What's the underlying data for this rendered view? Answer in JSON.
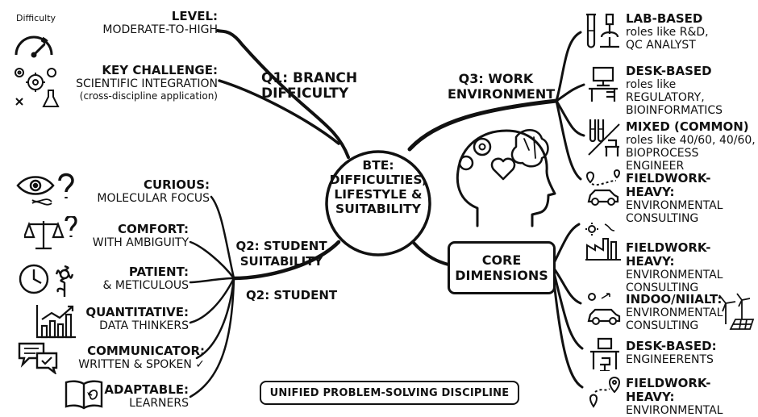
{
  "center": {
    "line1": "BTE:",
    "line2": "DIFFICULTIES,",
    "line3": "LIFESTYLE &",
    "line4": "SUITABILITY"
  },
  "branches": {
    "q1": {
      "line1": "Q1: BRANCH",
      "line2": "DIFFICULTY"
    },
    "q2a": {
      "line1": "Q2: STUDENT",
      "line2": "SUITABILITY"
    },
    "q2b": {
      "line1": "Q2: STUDENT"
    },
    "q3": {
      "line1": "Q3: WORK",
      "line2": "ENVIRONMENT"
    }
  },
  "q1": {
    "difficulty_icon_label": "Difficulty",
    "gauge_level": 0.75,
    "level": {
      "title": "LEVEL:",
      "value": "MODERATE-TO-HIGH"
    },
    "challenge": {
      "title": "KEY CHALLENGE:",
      "value": "SCIENTIFIC INTEGRATION",
      "note": "(cross-discipline application)"
    }
  },
  "q2_traits": [
    {
      "title": "CURIOUS:",
      "value": "MOLECULAR FOCUS",
      "icon": "eye-dna-question-icon"
    },
    {
      "title": "COMFORT:",
      "value": "WITH AMBIGUITY",
      "icon": "scales-question-icon"
    },
    {
      "title": "PATIENT:",
      "value": "& METICULOUS",
      "icon": "clock-flower-icon"
    },
    {
      "title": "QUANTITATIVE:",
      "value": "DATA THINKERS",
      "icon": "bar-chart-icon"
    },
    {
      "title": "COMMUNICATOR:",
      "value": "WRITTEN & SPOKEN ✓",
      "icon": "chat-bubbles-icon"
    },
    {
      "title": "ADAPTABLE:",
      "value": "LEARNERS",
      "icon": "open-book-icon"
    }
  ],
  "q3_envs": [
    {
      "title": "LAB-BASED",
      "line1": "roles like R&D,",
      "line2": "QC ANALYST",
      "icon": "test-tubes-microscope-icon"
    },
    {
      "title": "DESK-BASED",
      "line1": "roles like REGULATORY,",
      "line2": "BIOINFORMATICS",
      "icon": "desk-computer-icon"
    },
    {
      "title": "MIXED (COMMON)",
      "line1": "roles like 40/60, 40/60,",
      "line2": "BIOPROCESS ENGINEER",
      "icon": "tubes-desk-icon"
    },
    {
      "title": "FIELDWORK-HEAVY:",
      "line1": "ENVIRONMENTAL",
      "line2": "CONSULTING",
      "icon": "car-route-icon"
    }
  ],
  "core": {
    "label_line1": "CORE",
    "label_line2": "DIMENSIONS",
    "items": [
      {
        "title": "FIELDWORK-HEAVY:",
        "line1": "ENVIRONMENTAL",
        "line2": "CONSULTING",
        "icon": "factory-sun-icon"
      },
      {
        "title": "INDOO/NIIALT:",
        "line1": "ENVIRONMENTAL",
        "line2": "CONSULTING",
        "icon": "car-gear-icon"
      },
      {
        "title": "DESK-BASED:",
        "line1": "ENGINEERENTS",
        "line2": "",
        "icon": "desk-chair-icon"
      },
      {
        "title": "FIELDWORK-HEAVY:",
        "line1": "ENVIRONMENTAL",
        "line2": "",
        "icon": "map-pin-route-icon"
      }
    ]
  },
  "footer": {
    "label": "UNIFIED PROBLEM-SOLVING DISCIPLINE"
  },
  "colors": {
    "ink": "#111111",
    "background": "#ffffff"
  }
}
